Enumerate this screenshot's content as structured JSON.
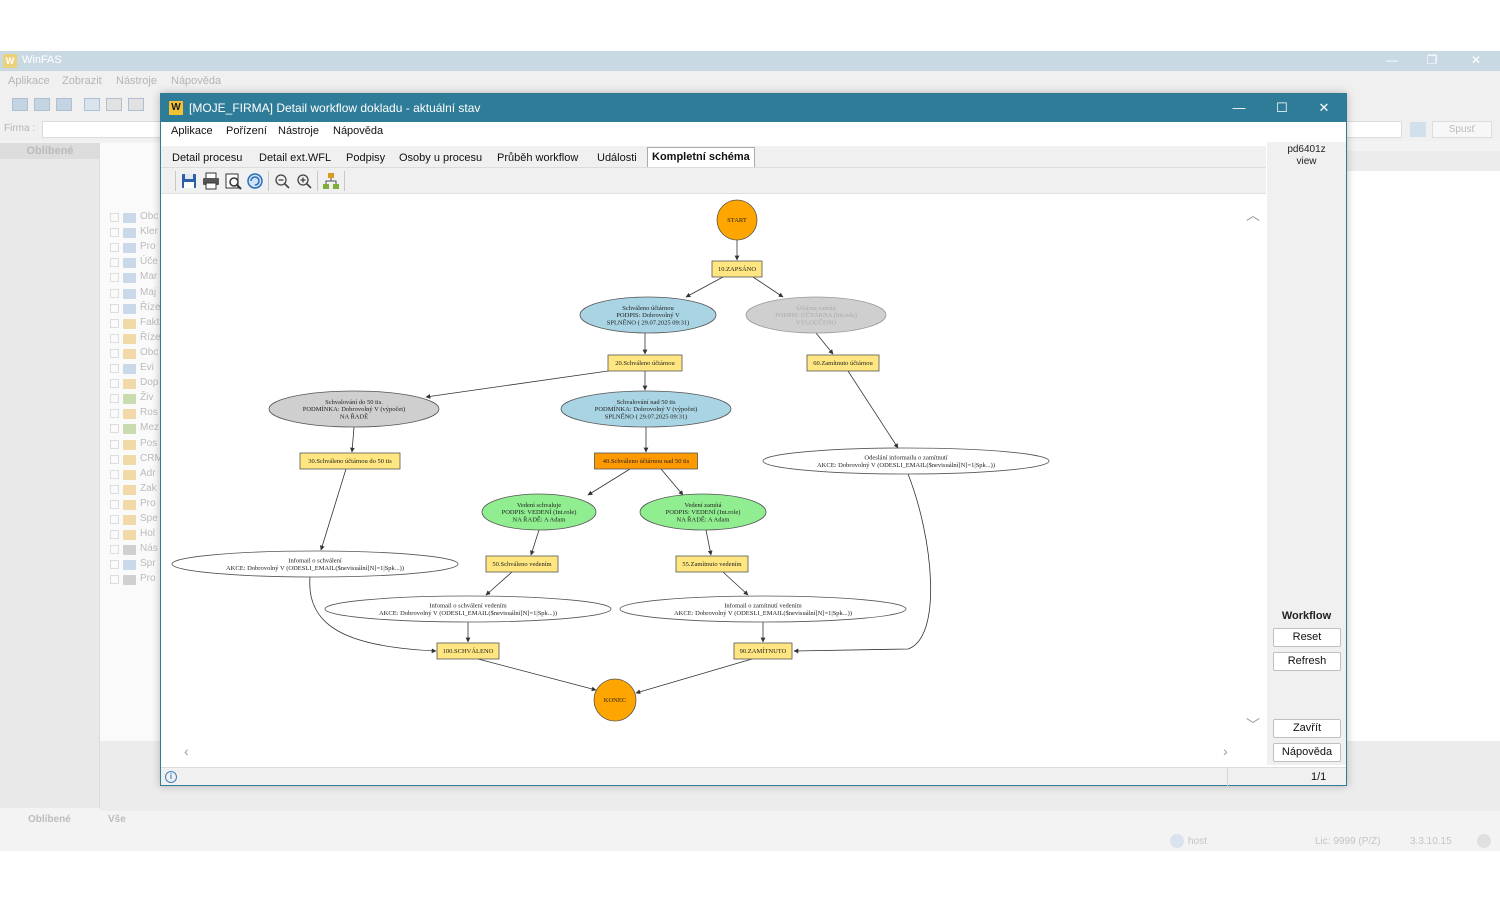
{
  "background_app": {
    "title": "WinFAS",
    "menu": [
      "Aplikace",
      "Zobrazit",
      "Nástroje",
      "Nápověda"
    ],
    "firma_label": "Firma :",
    "spust_label": "Spusť",
    "left_header": "Oblíbené",
    "tree_items": [
      "Obc",
      "Kler",
      "Pro",
      "Úče",
      "Mar",
      "Maj",
      "Říze",
      "Fakt",
      "Říze",
      "Obc",
      "Evi",
      "Dop",
      "Živ",
      "Ros",
      "Mez",
      "Pos",
      "CRM",
      "Adr",
      "Zak",
      "Pro",
      "Spe",
      "Hol",
      "Nás",
      "Spr",
      "Pro"
    ],
    "bottom_tabs": [
      "Oblíbené",
      "Vše"
    ],
    "status_user": "host",
    "status_lic": "Lic: 9999 (P/Z)",
    "status_version": "3.3.10.15"
  },
  "dialog": {
    "title": "[MOJE_FIRMA] Detail workflow dokladu - aktuální stav",
    "window_buttons": {
      "minimize": "—",
      "maximize": "☐",
      "close": "✕"
    },
    "menu": [
      "Aplikace",
      "Pořízení",
      "Nástroje",
      "Nápověda"
    ],
    "tabs": [
      "Detail procesu",
      "Detail ext.WFL",
      "Podpisy",
      "Osoby u procesu",
      "Průběh workflow",
      "Události",
      "Kompletní schéma"
    ],
    "active_tab": "Kompletní schéma",
    "view_id": "pd6401z",
    "view_label": "view",
    "workflow_label": "Workflow",
    "buttons": {
      "reset": "Reset",
      "refresh": "Refresh",
      "close": "Zavřít",
      "help": "Nápověda"
    },
    "page_indicator": "1/1",
    "info_icon": "i"
  },
  "diagram": {
    "colors": {
      "start_end": "#ffa500",
      "state_box": "#ffe680",
      "state_box_strong": "#ff9900",
      "ellipse_blue": "#a9d4e4",
      "ellipse_grey": "#cfcfcf",
      "ellipse_green": "#90ee90",
      "ellipse_white": "#ffffff"
    },
    "nodes": {
      "start": {
        "lines": [
          "START"
        ]
      },
      "zapsano": {
        "lines": [
          "10.ZAPSÁNO"
        ]
      },
      "schvaleno_uctarnou_e": {
        "lines": [
          "Schváleno účtárnou",
          "PODPIS: Dobrovolný V",
          "SPLNĚNO ( 29.07.2025 09:31)"
        ]
      },
      "uctarna_zamita": {
        "lines": [
          "Účtárna zamítá",
          "PODPIS: ÚČTÁRNA (Int.role)",
          "VYLOUČENO"
        ]
      },
      "s20": {
        "lines": [
          "20.Schváleno účtárnou"
        ]
      },
      "s60": {
        "lines": [
          "60.Zamítnuto účtárnou"
        ]
      },
      "do50": {
        "lines": [
          "Schvalování do 50 tis.",
          "PODMÍNKA: Dobrovolný V (výpočet)",
          "NA ŘADĚ"
        ]
      },
      "nad50": {
        "lines": [
          "Schvalování nad 50 tis",
          "PODMÍNKA: Dobrovolný V (výpočet)",
          "SPLNĚNO ( 29.07.2025 09:31)"
        ]
      },
      "odeslani": {
        "lines": [
          "Odeslání informailu o zamítnutí",
          "AKCE: Dobrovolný V (ODESLI_EMAIL($nevisuální[N]=1|Spk...))"
        ]
      },
      "s30": {
        "lines": [
          "30.Schváleno účtárnou do 50 tis"
        ]
      },
      "s40": {
        "lines": [
          "40.Schváleno účtárnou nad 50 tis"
        ]
      },
      "vedeni_schvaluje": {
        "lines": [
          "Vedení schvaluje",
          "PODPIS: VEDENÍ (Int.role)",
          "NA ŘADĚ: A Adam"
        ]
      },
      "vedeni_zamita": {
        "lines": [
          "Vedení zamítá",
          "PODPIS: VEDENÍ (Int.role)",
          "NA ŘADĚ: A Adam"
        ]
      },
      "infomail_schvaleni": {
        "lines": [
          "Infomail o schválení",
          "AKCE: Dobrovolný V (ODESLI_EMAIL($nevisuální[N]=1|Spk...))"
        ]
      },
      "s50": {
        "lines": [
          "50.Schváleno vedením"
        ]
      },
      "s55": {
        "lines": [
          "55.Zamítnuto vedením"
        ]
      },
      "infomail_schv_ved": {
        "lines": [
          "Infomail o schválení vedením",
          "AKCE: Dobrovolný V (ODESLI_EMAIL($nevisuální[N]=1|Spk...))"
        ]
      },
      "infomail_zam_ved": {
        "lines": [
          "Infomail o zamítnutí vedením",
          "AKCE: Dobrovolný V (ODESLI_EMAIL($nevisuální[N]=1|Spk...))"
        ]
      },
      "s100": {
        "lines": [
          "100.SCHVÁLENO"
        ]
      },
      "s90": {
        "lines": [
          "90.ZAMÍTNUTO"
        ]
      },
      "konec": {
        "lines": [
          "KONEC"
        ]
      }
    }
  }
}
